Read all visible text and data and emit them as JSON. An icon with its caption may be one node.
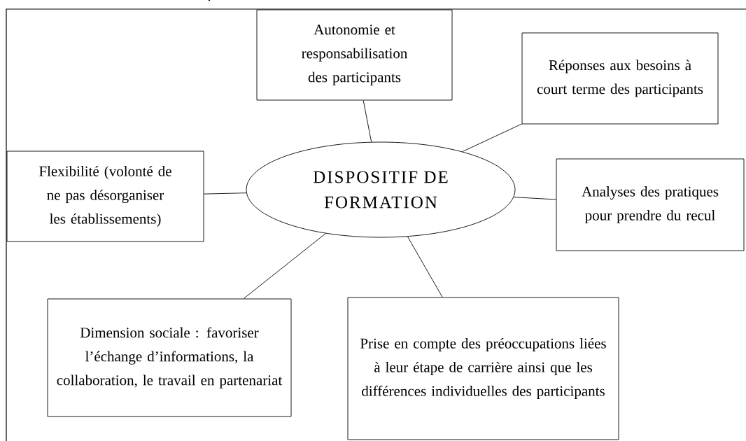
{
  "diagram": {
    "nodes": [
      {
        "text": [
          "Autonomie et responsabilisation des participants"
        ]
      },
      {
        "text": [
          "Réponses aux besoins à court terme des participants"
        ]
      },
      {
        "text": [
          "Flexibilité (volonté de ne pas désorganiser les établissements)"
        ]
      },
      {
        "text": [
          "DISPOSITIF DE FORMATION"
        ]
      },
      {
        "text": [
          "Analyses des pratiques pour prendre du recul"
        ]
      },
      {
        "text": [
          "Dimension sociale : favoriser l’échange d’informations, la collaboration, le travail en partenariat"
        ]
      },
      {
        "text": [
          "Prise en compte des préoccupations liées à leur étape de carrière ainsi que les différences individuelles des participants"
        ]
      }
    ],
    "edges": [
      {
        "from": 3,
        "to": 0,
        "arrow": "none"
      },
      {
        "from": 3,
        "to": 1,
        "arrow": "none"
      },
      {
        "from": 3,
        "to": 2,
        "arrow": "none"
      },
      {
        "from": 3,
        "to": 4,
        "arrow": "none"
      },
      {
        "from": 3,
        "to": 5,
        "arrow": "none"
      },
      {
        "from": 3,
        "to": 6,
        "arrow": "none"
      }
    ],
    "labels": [
      "."
    ]
  }
}
